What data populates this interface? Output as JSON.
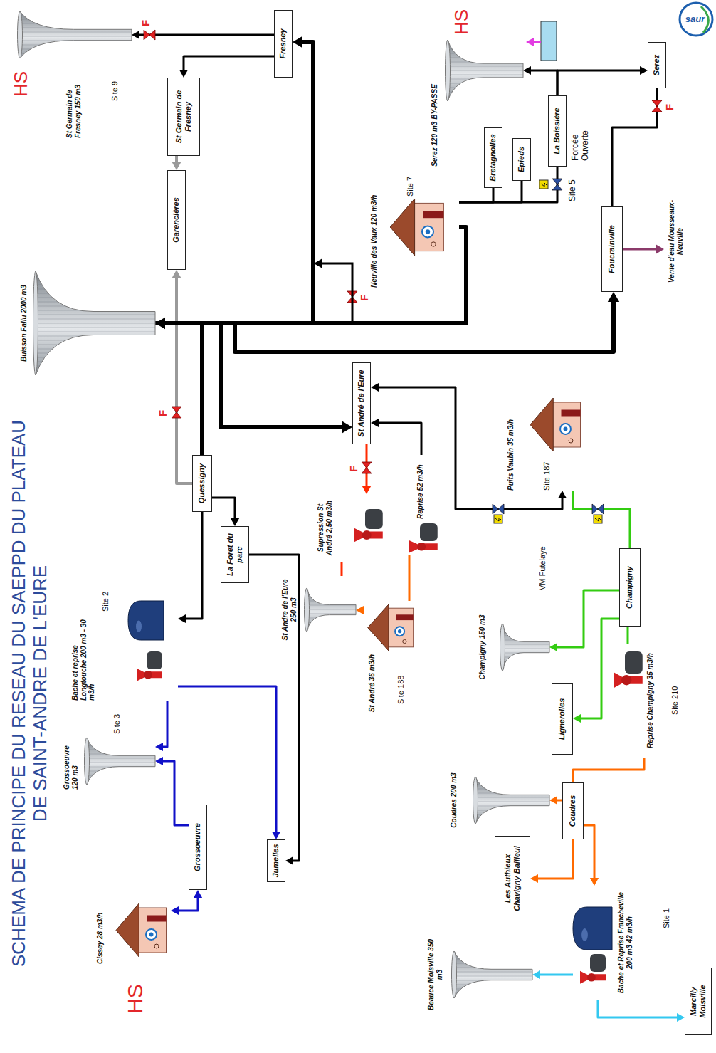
{
  "diagram": {
    "title": "SCHEMA DE PRINCIPE DU RESEAU DU SAEPPD DU PLATEAU DE SAINT-ANDRE DE L'EURE",
    "nodes": [
      {
        "text": [
          "Cissey 28 m3/h",
          "HS"
        ]
      },
      {
        "text": [
          "Grossoeuvre"
        ]
      },
      {
        "text": [
          "Grossoeuvre 120 m3",
          "Site 3"
        ]
      },
      {
        "text": [
          "Jumelles"
        ]
      },
      {
        "text": [
          "Bache et reprise Longtouche 200 m3 - 30 m3/h",
          "Site 2"
        ]
      },
      {
        "text": [
          "La Foret du parc"
        ]
      },
      {
        "text": [
          "Quessigny"
        ]
      },
      {
        "text": [
          "Buisson Fallu 2000 m3"
        ]
      },
      {
        "text": [
          "Garencières"
        ]
      },
      {
        "text": [
          "St Germain de Fresney"
        ]
      },
      {
        "text": [
          "St Germain de Fresney 150 m3",
          "HS",
          "Site 9"
        ]
      },
      {
        "text": [
          "Fresney"
        ]
      },
      {
        "text": [
          "St André de l'Eure"
        ]
      },
      {
        "text": [
          "Supression St André 2,50 m3/h"
        ]
      },
      {
        "text": [
          "Reprise 52 m3/h"
        ]
      },
      {
        "text": [
          "St Andre de l'Eure 250 m3"
        ]
      },
      {
        "text": [
          "St André 36 m3/h",
          "Site 188"
        ]
      },
      {
        "text": [
          "Neuville des Vaux 120 m3/h",
          "Site 7"
        ]
      },
      {
        "text": [
          "Bretagnolles"
        ]
      },
      {
        "text": [
          "Epieds"
        ]
      },
      {
        "text": [
          "La Boissière"
        ]
      },
      {
        "text": [
          "Serez 120 m3 BY-PASSE",
          "HS"
        ]
      },
      {
        "text": [
          "Serez"
        ]
      },
      {
        "text": [
          "Foucrainville"
        ]
      },
      {
        "text": [
          "Puits Vaubin 35 m3/h",
          "Site 187"
        ]
      },
      {
        "text": [
          "Champigny"
        ]
      },
      {
        "text": [
          "Champigny 150 m3"
        ]
      },
      {
        "text": [
          "Lignerolles"
        ]
      },
      {
        "text": [
          "Reprise Champigny 35 m3/h",
          "Site 210"
        ]
      },
      {
        "text": [
          "Coudres 200 m3"
        ]
      },
      {
        "text": [
          "Les Authieux Chavigny Bailleul"
        ]
      },
      {
        "text": [
          "Coudres"
        ]
      },
      {
        "text": [
          "Bache et Reprise Francheville 200 m3 42 m3/h",
          "Site 1"
        ]
      },
      {
        "text": [
          "Beauce Moisville 350 m3"
        ]
      },
      {
        "text": [
          "Marcilly Moisville"
        ]
      }
    ],
    "edges": [
      {
        "from": 0,
        "to": 1,
        "arrow": "both"
      },
      {
        "from": 1,
        "to": 2,
        "arrow": "to"
      },
      {
        "from": 4,
        "to": 2,
        "arrow": "to"
      },
      {
        "from": 4,
        "to": 3,
        "arrow": "to"
      },
      {
        "from": 6,
        "to": 4,
        "arrow": "to"
      },
      {
        "from": 6,
        "to": 5,
        "arrow": "to"
      },
      {
        "from": 5,
        "to": 3,
        "arrow": "to"
      },
      {
        "from": 7,
        "to": 6,
        "arrow": "none"
      },
      {
        "from": 6,
        "to": 8,
        "arrow": "to"
      },
      {
        "from": 9,
        "to": 8,
        "arrow": "to"
      },
      {
        "from": 11,
        "to": 10,
        "arrow": "to"
      },
      {
        "from": 11,
        "to": 9,
        "arrow": "to"
      },
      {
        "from": 7,
        "to": 11,
        "arrow": "to"
      },
      {
        "from": 17,
        "to": 7,
        "arrow": "to"
      },
      {
        "from": 7,
        "to": 12,
        "arrow": "to"
      },
      {
        "from": 7,
        "to": 23,
        "arrow": "to"
      },
      {
        "from": 12,
        "to": 13,
        "arrow": "to"
      },
      {
        "from": 14,
        "to": 12,
        "arrow": "to"
      },
      {
        "from": 24,
        "to": 12,
        "arrow": "both"
      },
      {
        "from": 16,
        "to": 15,
        "arrow": "to"
      },
      {
        "from": 16,
        "to": 14,
        "arrow": "none"
      },
      {
        "from": 13,
        "to": 15,
        "arrow": "none"
      },
      {
        "from": 17,
        "to": 18,
        "arrow": "none"
      },
      {
        "from": 17,
        "to": 19,
        "arrow": "none"
      },
      {
        "from": 17,
        "to": 20,
        "arrow": "none"
      },
      {
        "from": 20,
        "to": 21,
        "arrow": "to"
      },
      {
        "from": 20,
        "to": 22,
        "arrow": "to"
      },
      {
        "from": 23,
        "to": 22,
        "arrow": "none"
      },
      {
        "from": 24,
        "to": 25,
        "arrow": "none"
      },
      {
        "from": 28,
        "to": 25,
        "arrow": "none"
      },
      {
        "from": 25,
        "to": 26,
        "arrow": "to"
      },
      {
        "from": 25,
        "to": 27,
        "arrow": "to"
      },
      {
        "from": 28,
        "to": 31,
        "arrow": "none"
      },
      {
        "from": 31,
        "to": 29,
        "arrow": "to"
      },
      {
        "from": 31,
        "to": 30,
        "arrow": "to"
      },
      {
        "from": 31,
        "to": 32,
        "arrow": "to"
      },
      {
        "from": 32,
        "to": 33,
        "arrow": "to"
      },
      {
        "from": 32,
        "to": 34,
        "arrow": "to"
      }
    ],
    "labels": [
      "Site 5",
      "Forcée Ouverte",
      "VM Futelaye",
      "Vente d'eau Mousseaux-Neuville",
      "F",
      "F",
      "F",
      "F",
      "F",
      "saur"
    ]
  }
}
